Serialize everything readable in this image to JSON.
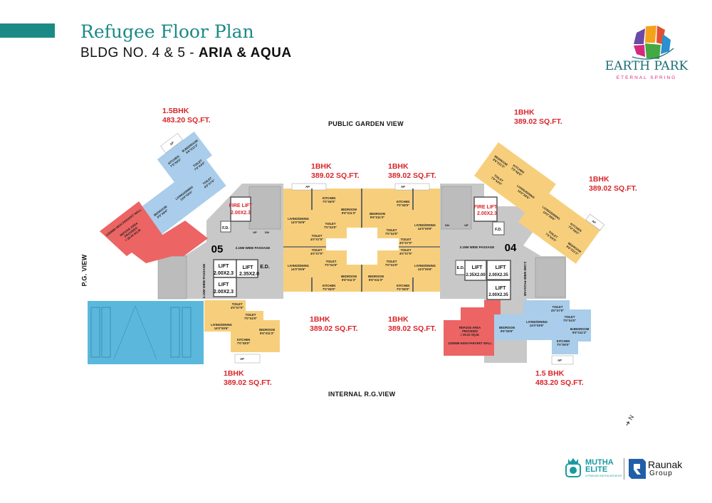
{
  "header": {
    "title": "Refugee Floor Plan",
    "subtitle_prefix": "BLDG NO. 4 & 5 - ",
    "subtitle_bold": "ARIA & AQUA"
  },
  "brand": {
    "name": "EARTH PARK",
    "tagline": "ETERNAL SPRING"
  },
  "views": {
    "top": "PUBLIC GARDEN VIEW",
    "bottom": "INTERNAL R.G.VIEW",
    "left": "P.G. VIEW"
  },
  "unit_labels": [
    {
      "type": "1.5BHK",
      "area": "483.20 SQ.FT."
    },
    {
      "type": "1BHK",
      "area": "389.02 SQ.FT."
    },
    {
      "type": "1BHK",
      "area": "389.02 SQ.FT."
    },
    {
      "type": "1BHK",
      "area": "389.02 SQ.FT."
    },
    {
      "type": "1BHK",
      "area": "389.02 SQ.FT."
    },
    {
      "type": "1BHK",
      "area": "389.02 SQ.FT."
    },
    {
      "type": "1BHK",
      "area": "389.02 SQ.FT."
    },
    {
      "type": "1BHK",
      "area": "389.02 SQ.FT."
    },
    {
      "type": "1.5 BHK",
      "area": "483.20 SQ.FT."
    }
  ],
  "rooms": {
    "kitchen": "KITCHEN",
    "kitchen_size": "7'0\"X8'0\"",
    "bedroom": "BEDROOM",
    "bedroom_size": "9'6\"X11'3\"",
    "bedroom_small_size": "9'6\"X8'6\"",
    "m_bedroom": "M.BEDROOM",
    "living": "LIVING/DINING",
    "living_size": "14'0\"X9'6\"",
    "toilet": "TOILET",
    "toilet_size_a": "7'0\"X4'0\"",
    "toilet_size_b": "4'0\"X7'0\"",
    "ap": "AP"
  },
  "refuge": {
    "left": {
      "title": "REFUGE AREA",
      "line2": "PROVIDED",
      "line3": "= 29.44 SQ.M.",
      "note": "1200MM HIGH PARAPET WALL"
    },
    "right": {
      "title": "REFUGE AREA",
      "line2": "PROVIDED",
      "line3": "= 29.22 SQ.M.",
      "note": "1200MM HIGH PARAPET WALL"
    }
  },
  "core_left": {
    "number": "05",
    "passage": "2.15M WIDE PASSAGE",
    "passage_v": "2.15M WIDE PASSAGE",
    "fire_lift": "FIRE LIFT",
    "fire_lift_size": "2.00X2.3",
    "fd": "F.D.",
    "ed": "E.D.",
    "lift": "LIFT",
    "lift_a_size": "2.00X2.3",
    "lift_b_size": "2.35X2.0",
    "lift_c_size": "2.00X2.3",
    "up": "UP",
    "dn": "DN"
  },
  "core_right": {
    "number": "04",
    "passage": "2.15M WIDE PASSAGE",
    "passage_v": "2.15M WIDE PASSAGE",
    "fire_lift": "FIRE LIFT",
    "fire_lift_size": "2.00X2.3",
    "fd": "F.D.",
    "ed": "E.D.",
    "lift": "LIFT",
    "lift_a_size": "2.35X2.00",
    "lift_b_size": "2.00X2.35",
    "lift_c_size": "2.00X2.35",
    "up": "UP",
    "dn": "DN"
  },
  "footer": {
    "mutha_line1": "MUTHA",
    "mutha_line2": "ELITE",
    "mutha_tag": "A PRAKASH MUTHA INITIATIVE",
    "raunak": "Raunak",
    "group": "Group"
  },
  "north": "N",
  "colors": {
    "teal": "#1b8a86",
    "red_label": "#d9252a",
    "unit_1bhk": "#f7cf7c",
    "unit_15bhk": "#a9cdea",
    "refuge": "#ec6464",
    "core": "#c8c8c8",
    "pool": "#5bb8dc"
  }
}
